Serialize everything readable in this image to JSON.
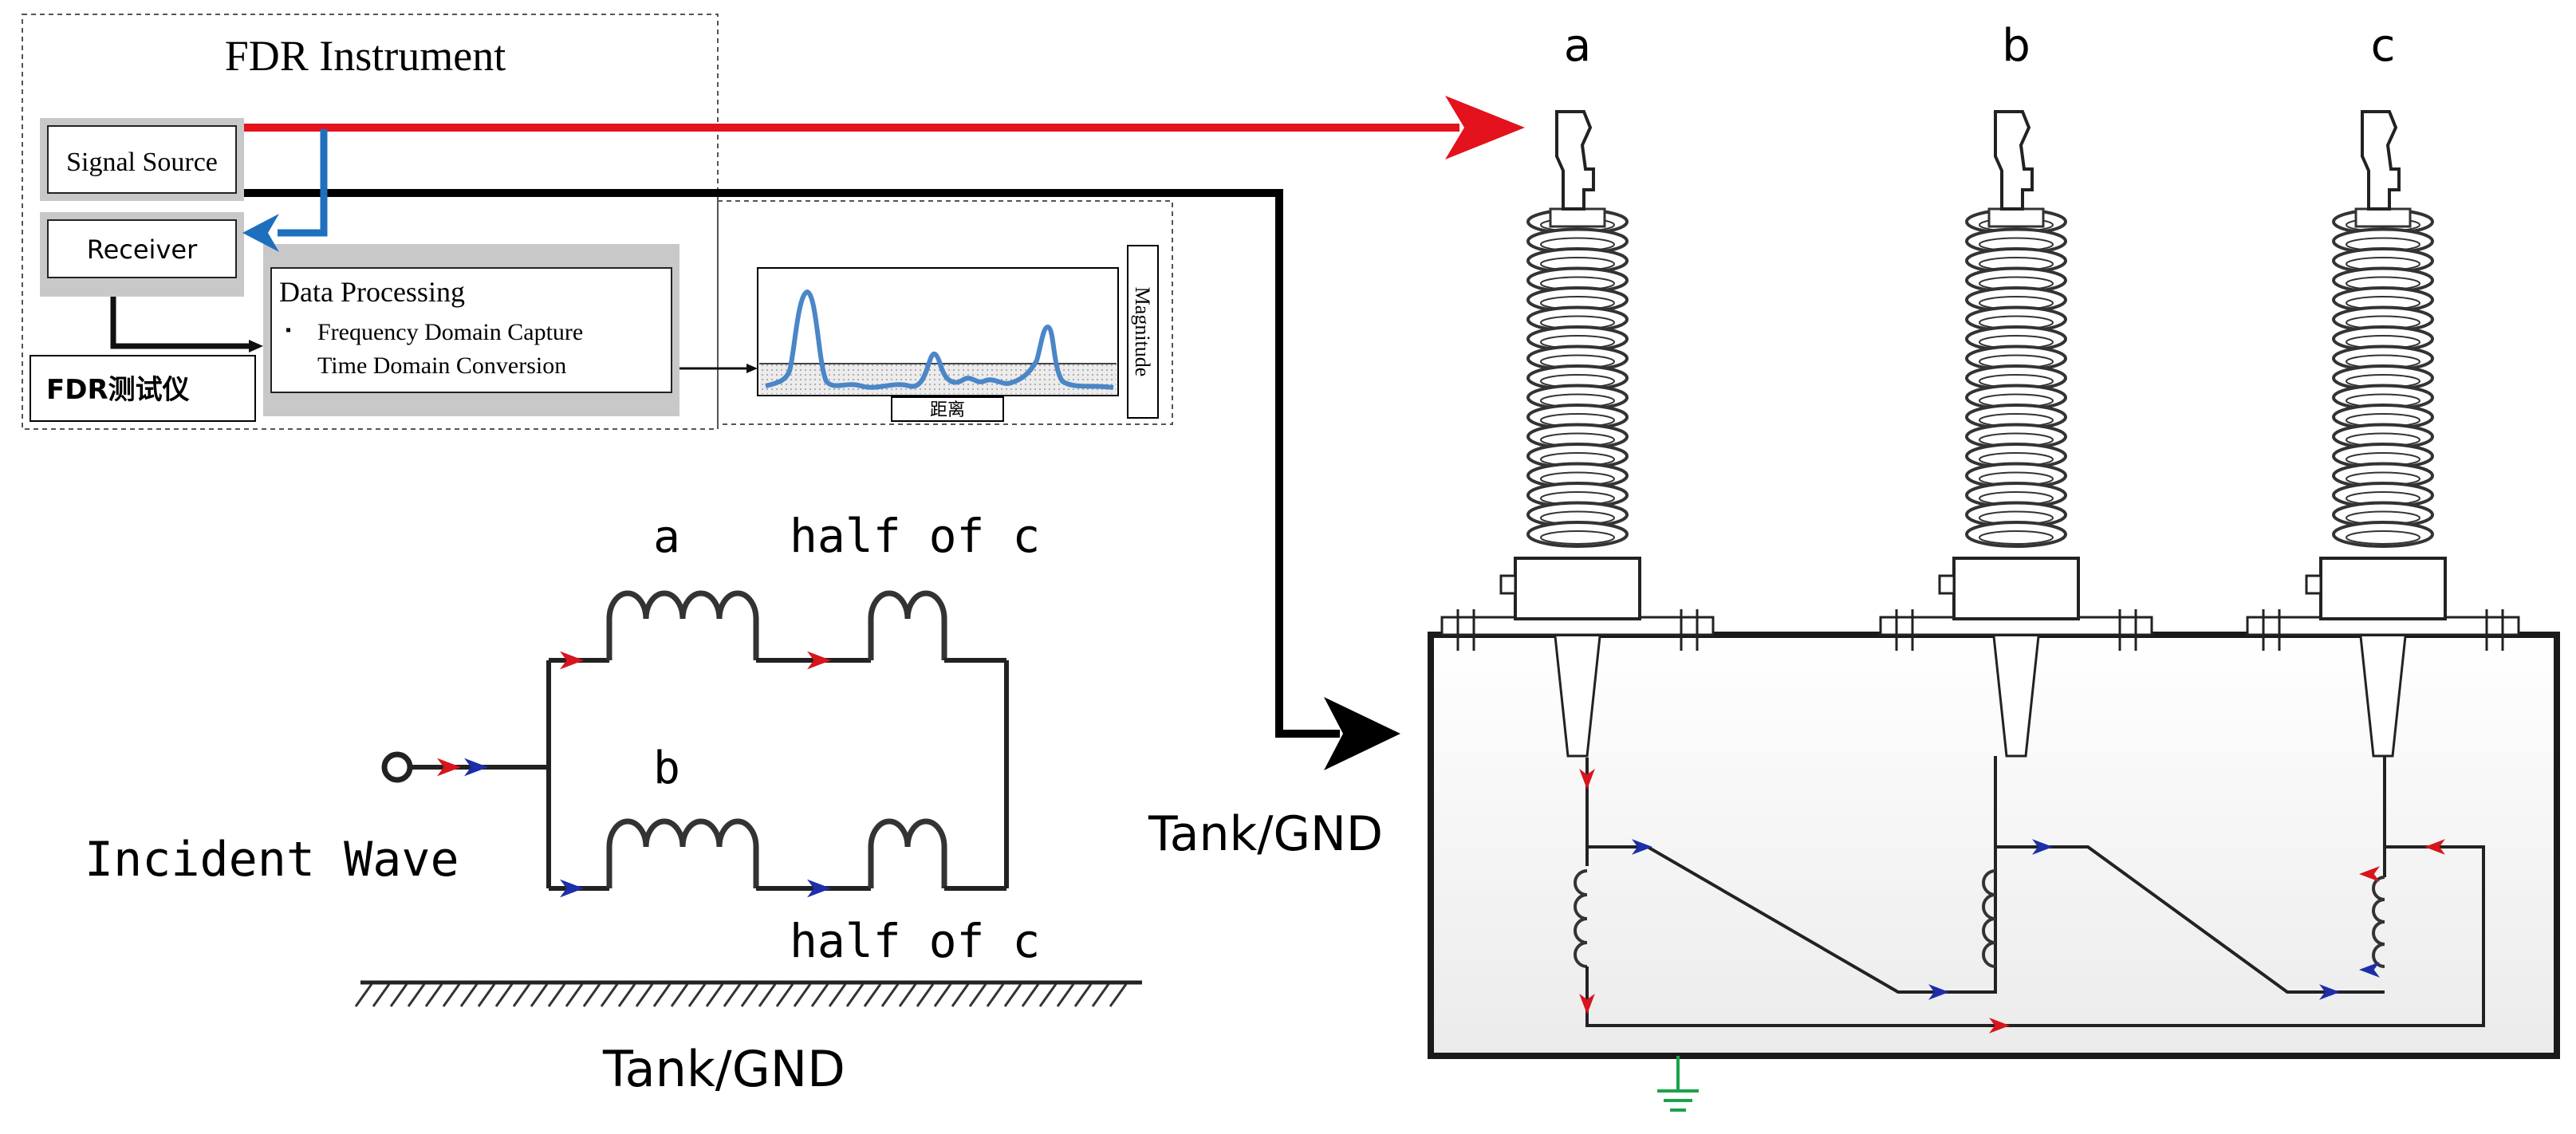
{
  "instrument": {
    "title": "FDR Instrument",
    "signal_source": "Signal Source",
    "receiver": "Receiver",
    "device_label": "FDR测试仪",
    "processing": {
      "title": "Data Processing",
      "bullet_glyph": "▪",
      "item1": "Frequency Domain Capture",
      "item2": "Time Domain Conversion"
    },
    "plot": {
      "y_label": "Magnitude",
      "x_label": "距离"
    }
  },
  "phases": [
    "a",
    "b",
    "c"
  ],
  "tank_label": "Tank/GND",
  "equivalent_circuit": {
    "branch_a": "a",
    "branch_b": "b",
    "half_c_top": "half of c",
    "half_c_bottom": "half of c",
    "incident": "Incident Wave",
    "ground": "Tank/GND"
  },
  "colors": {
    "signal_line": "#e3121c",
    "return_line": "#1f6fbf",
    "arrow_red": "#d8141c",
    "arrow_blue": "#1c2fa8",
    "ground_symbol": "#1aa34a",
    "plot_curve": "#4a86c8"
  }
}
